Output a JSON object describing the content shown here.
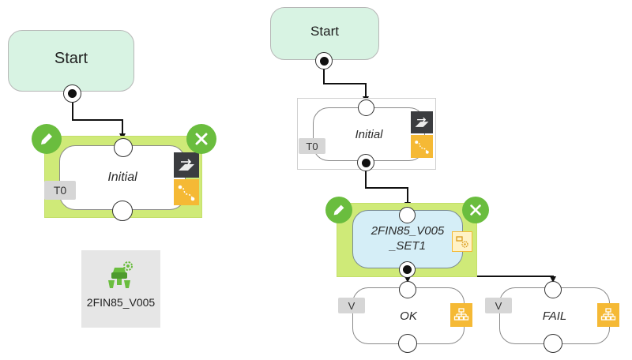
{
  "left_diagram": {
    "start_label": "Start",
    "state_label": "Initial",
    "state_tag": "T0"
  },
  "palette_item": {
    "label": "2FIN85_V005",
    "icon": "component-gear-icon"
  },
  "right_diagram": {
    "start_label": "Start",
    "initial_label": "Initial",
    "initial_tag": "T0",
    "set_label": "2FIN85_V005\n_SET1",
    "ok_label": "OK",
    "ok_tag": "V",
    "fail_label": "FAIL",
    "fail_tag": "V"
  },
  "colors": {
    "start_fill": "#d8f3e3",
    "selection_fill": "#cfea78",
    "action_button": "#6abd3e",
    "sequence_fill": "#d5eef7",
    "icon_orange": "#f5b935",
    "icon_dark": "#3b3d40"
  }
}
